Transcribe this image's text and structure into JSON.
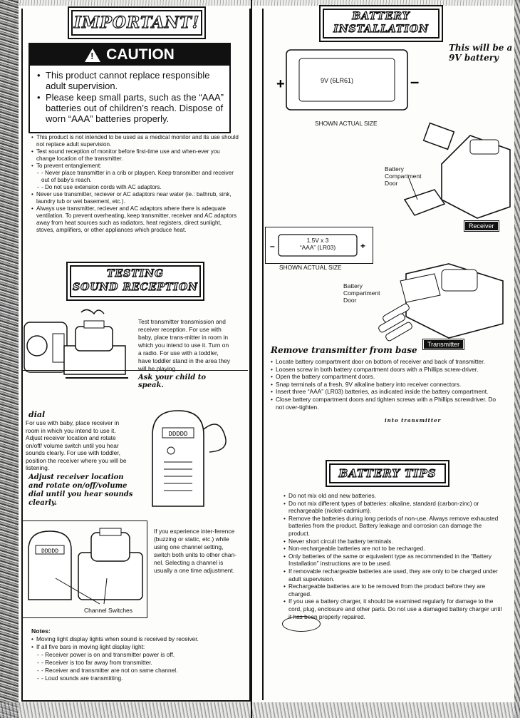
{
  "important": {
    "banner": "IMPORTANT!",
    "caution_title": "CAUTION",
    "caution_items": [
      "This product cannot replace responsible adult supervision.",
      "Please keep small parts, such as the “AAA” batteries out of children’s reach. Dispose of worn “AAA” batteries properly."
    ],
    "notes": [
      "This product is not intended to be used as a medical monitor and its use should not replace adult supervision.",
      "Test sound reception of monitor before first-time use and when-ever you change location of the transmitter.",
      "To prevent entanglement:",
      "- Never place transmitter in a crib or playpen. Keep transmitter and receiver out of baby’s reach.",
      "- Do not use extension cords with AC adaptors.",
      "Never use transmitter, reciever or AC adaptors near water (ie.: bathrub, sink, laundry tub or wet basement, etc.).",
      "Always use transmitter, reciever and AC adaptors where there is adequate ventilation. To prevent overheating, keep transmitter, receiver and AC adaptors away from heat sources such as radiators, heat registers, direct sunlight, stoves, amplifiers, or other appliances which produce heat."
    ]
  },
  "testing": {
    "banner_line1": "TESTING",
    "banner_line2": "SOUND RECEPTION",
    "p1": "Test transmitter transmission and receiver reception. For use with baby, place trans-mitter in room in which you intend to use it. Turn on a radio. For use with a toddler, have toddler stand in the area they will be playing.",
    "p1_handwritten": "Ask your child to speak.",
    "p2_handwritten_label": "dial",
    "p2": "For use with baby, place receiver in room in which you intend to use it. Adjust receiver location and rotate on/off/ volume switch until you hear sounds clearly. For use with toddler, position the receiver where you will be listening.",
    "p2_handwritten": "Adjust receiver location and rotate on/off/volume dial until you hear sounds clearly.",
    "p3": "If you experience inter-ference (buzzing or static, etc.) while using one channel setting, switch both units to other chan-nel. Selecting a channel is usually a one time adjustment.",
    "channel_label": "Channel Switches",
    "notes_title": "Notes:",
    "notes": [
      "Moving light display lights when sound is received by receiver.",
      "If all five bars in moving light display light:",
      "- Receiver power is on and transmitter power is off.",
      "- Receiver is too far away from transmitter.",
      "- Receiver and transmitter are not on same channel.",
      "- Loud sounds are transmitting."
    ]
  },
  "installation": {
    "banner_line1": "BATTERY",
    "banner_line2": "INSTALLATION",
    "battery9v_label": "9V (6LR61)",
    "handwritten_9v": "This will be a 9V battery",
    "shown_size_1": "SHOWN ACTUAL SIZE",
    "compartment_label_1": "Battery Compartment Door",
    "receiver_tag": "Receiver",
    "aaa_line1": "1.5V x 3",
    "aaa_line2": "“AAA” (LR03)",
    "shown_size_2": "SHOWN ACTUAL SIZE",
    "compartment_label_2": "Battery Compartment Door",
    "transmitter_tag": "Transmitter",
    "steps_handwritten": "Remove transmitter from base",
    "steps": [
      "Locate battery compartment door on bottom of receiver and back of transmitter.",
      "Loosen screw in both battery compartment doors with a Phillips screw-driver.",
      "Open the battery compartment doors.",
      "Snap terminals of a fresh, 9V alkaline battery into receiver connectors.",
      "Insert three “AAA” (LR03) batteries, as indicated inside the battery compartment.",
      "Close battery compartment doors and tighten screws with a Phillips screwdriver. Do not over-tighten."
    ],
    "insert_handwritten": "into transmitter"
  },
  "tips": {
    "banner": "BATTERY TIPS",
    "items": [
      "Do not mix old and new batteries.",
      "Do not mix different types of batteries: alkaline, standard (carbon-zinc) or rechargeable (nickel-cadmium).",
      "Remove the batteries during long periods of non-use. Always remove exhausted batteries from the product. Battery leakage and corrosion can damage the product.",
      "Never short circuit the battery terminals.",
      "Non-rechargeable batteries are not to be recharged.",
      "Only batteries of the same or equivalent type as recommended in the “Battery Installation” instructions are to be used.",
      "If removable rechargeable batteries are used, they are only to be charged under adult supervision.",
      "Rechargeable batteries are to be removed from the product before they are charged.",
      "If you use a battery charger, it should be examined regularly for damage to the cord, plug, enclosure and other parts. Do not use a damaged battery charger until it has been properly repaired."
    ]
  }
}
